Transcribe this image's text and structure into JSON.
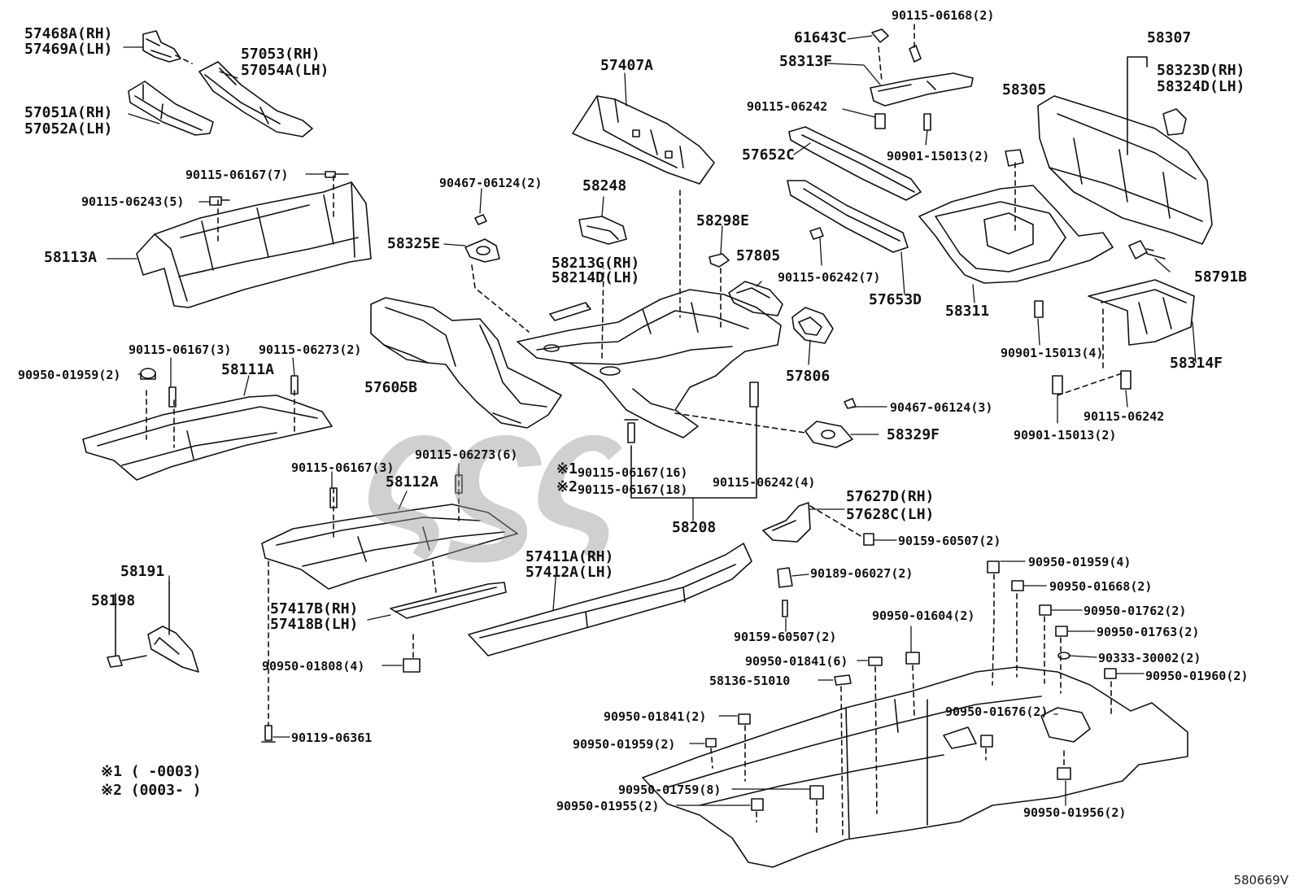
{
  "diagram_id": "580669V",
  "notes": {
    "n1": "※1 (       -0003)",
    "n2": "※2 (0003-       )"
  },
  "labels": {
    "p57468A": "57468A(RH)",
    "p57469A": "57469A(LH)",
    "p57053": "57053(RH)",
    "p57054A": "57054A(LH)",
    "p57051A": "57051A(RH)",
    "p57052A": "57052A(LH)",
    "p57407A": "57407A",
    "b9011506168": "90115-06168(2)",
    "p61643C": "61643C",
    "p58313F": "58313F",
    "p58307": "58307",
    "p58323D": "58323D(RH)",
    "p58324D": "58324D(LH)",
    "b9011506242a": "90115-06242",
    "p58305": "58305",
    "b9090115013a": "90901-15013(2)",
    "p57652C": "57652C",
    "b9011506167_7": "90115-06167(7)",
    "b9011506243": "90115-06243(5)",
    "b9046706124a": "90467-06124(2)",
    "p58248": "58248",
    "p58113A": "58113A",
    "p58325E": "58325E",
    "p58298E": "58298E",
    "p58213G": "58213G(RH)",
    "p58214D": "58214D(LH)",
    "p57805": "57805",
    "b9011506242_7": "90115-06242(7)",
    "p57653D": "57653D",
    "p58311": "58311",
    "p58791B": "58791B",
    "b9011506167_3a": "90115-06167(3)",
    "b9011506273_2": "90115-06273(2)",
    "b9095001959_2a": "90950-01959(2)",
    "p58111A": "58111A",
    "p57605B": "57605B",
    "p57806": "57806",
    "b9090115013_4": "90901-15013(4)",
    "p58314F": "58314F",
    "b9046706124_3": "90467-06124(3)",
    "p58329F": "58329F",
    "b9011506242b": "90115-06242",
    "b9090115013_2b": "90901-15013(2)",
    "b9011506273_6": "90115-06273(6)",
    "b9011506167_3b": "90115-06167(3)",
    "p58112A": "58112A",
    "m1": "※1",
    "m2": "※2",
    "b9011506167_16": "90115-06167(16)",
    "b9011506167_18": "90115-06167(18)",
    "b9011506242_4": "90115-06242(4)",
    "p58208": "58208",
    "p57627D": "57627D(RH)",
    "p57628C": "57628C(LH)",
    "b9015960507a": "90159-60507(2)",
    "p58191": "58191",
    "p58198": "58198",
    "p57411A": "57411A(RH)",
    "p57412A": "57412A(LH)",
    "b9095001959_4": "90950-01959(4)",
    "b9018906027": "90189-06027(2)",
    "b9095001668": "90950-01668(2)",
    "p57417B": "57417B(RH)",
    "p57418B": "57418B(LH)",
    "b9095001762": "90950-01762(2)",
    "b9095001604": "90950-01604(2)",
    "b9095001763": "90950-01763(2)",
    "b9015960507b": "90159-60507(2)",
    "b9095001808": "90950-01808(4)",
    "b9095001841_6": "90950-01841(6)",
    "b9033330002": "90333-30002(2)",
    "b9095001960": "90950-01960(2)",
    "p5813651010": "58136-51010",
    "b9095001676": "90950-01676(2)",
    "b9095001841_2": "90950-01841(2)",
    "b9011906361": "90119-06361",
    "b9095001959_2b": "90950-01959(2)",
    "b9095001759": "90950-01759(8)",
    "b9095001955": "90950-01955(2)",
    "b9095001956": "90950-01956(2)"
  }
}
